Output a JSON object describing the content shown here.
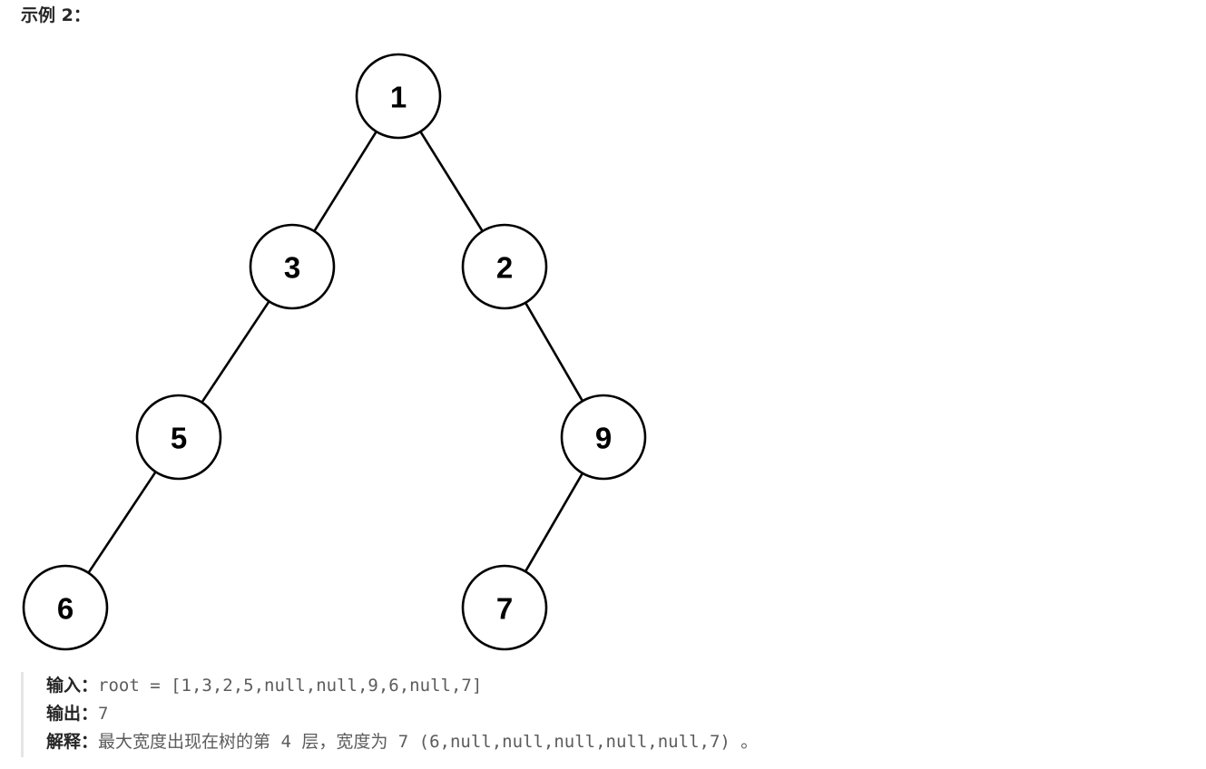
{
  "heading": "示例 2：",
  "tree": {
    "nodes": [
      {
        "id": "n1",
        "label": "1"
      },
      {
        "id": "n3",
        "label": "3"
      },
      {
        "id": "n2",
        "label": "2"
      },
      {
        "id": "n5",
        "label": "5"
      },
      {
        "id": "n9",
        "label": "9"
      },
      {
        "id": "n6",
        "label": "6"
      },
      {
        "id": "n7",
        "label": "7"
      }
    ],
    "edges": [
      {
        "from": "n1",
        "to": "n3"
      },
      {
        "from": "n1",
        "to": "n2"
      },
      {
        "from": "n3",
        "to": "n5"
      },
      {
        "from": "n2",
        "to": "n9"
      },
      {
        "from": "n5",
        "to": "n6"
      },
      {
        "from": "n9",
        "to": "n7"
      }
    ]
  },
  "example": {
    "input_label": "输入：",
    "input_value": "root = [1,3,2,5,null,null,9,6,null,7]",
    "output_label": "输出：",
    "output_value": "7",
    "explanation_label": "解释：",
    "explanation_value": "最大宽度出现在树的第 4 层，宽度为 7 (6,null,null,null,null,null,7) 。"
  }
}
